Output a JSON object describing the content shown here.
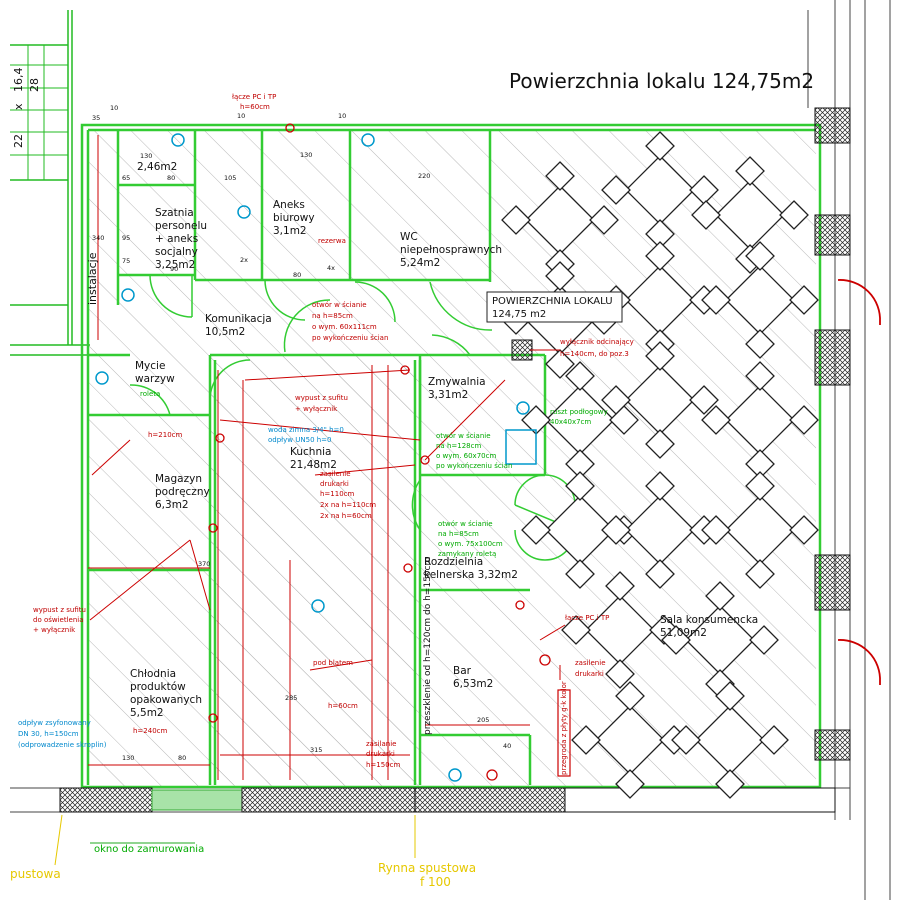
{
  "title": "Powierzchnia lokalu 124,75m2",
  "side_marks": [
    "22",
    "x",
    "16,4",
    "28"
  ],
  "box_label": {
    "line1": "POWIERZCHNIA LOKALU",
    "line2": "124,75 m2"
  },
  "rooms": {
    "small": {
      "area": "2,46m2"
    },
    "szatnia": {
      "l1": "Szatnia",
      "l2": "personelu",
      "l3": "+ aneks",
      "l4": "socjalny",
      "area": "3,25m2"
    },
    "aneks": {
      "l1": "Aneks",
      "l2": "biurowy",
      "area": "3,1m2"
    },
    "wc": {
      "l1": "WC",
      "l2": "niepełnosprawnych",
      "area": "5,24m2"
    },
    "komunikacja": {
      "l1": "Komunikacja",
      "area": "10,5m2"
    },
    "mycie": {
      "l1": "Mycie",
      "l2": "warzyw",
      "note": "roleta"
    },
    "zmywalnia": {
      "l1": "Zmywalnia",
      "area": "3,31m2"
    },
    "kuchnia": {
      "l1": "Kuchnia",
      "area": "21,48m2"
    },
    "magazyn": {
      "l1": "Magazyn",
      "l2": "podręczny",
      "area": "6,3m2"
    },
    "rozdzielnia": {
      "l1": "Rozdzielnia",
      "l2": "kelnerska 3,32m2"
    },
    "bar": {
      "l1": "Bar",
      "area": "6,53m2"
    },
    "chlodnia": {
      "l1": "Chłodnia",
      "l2": "produktów",
      "l3": "opakowanych",
      "area": "5,5m2"
    },
    "sala": {
      "l1": "Sala konsumencka",
      "area": "51,09m2"
    }
  },
  "vertical_labels": {
    "instalacje": "instalacje",
    "przeszklenie": "przeszklenie od h=120cm do h=150cm"
  },
  "notes": {
    "lacze_top": "łącze PC i TP",
    "h60_top": "h=60cm",
    "rezerwa": "rezerwa",
    "otwor1_l1": "otwór w ścianie",
    "otwor1_l2": "na h=85cm",
    "otwor1_l3": "o wym. 60x111cm",
    "otwor1_l4": "po wykończeniu ścian",
    "wylacznik1": "wyłącznik odcinający",
    "wylacznik2": "h=140cm, do poz.3",
    "wypust1_l1": "wypust z sufitu",
    "wypust1_l2": "+ wyłącznik",
    "woda1": "woda zimna 3/4\" h=0",
    "woda2": "odpływ UN50 h=0",
    "zasilenie_l1": "zasilenie",
    "zasilenie_l2": "drukarki",
    "zasilenie_l3": "h=110cm",
    "zasilenie_l4": "2x na h=110cm",
    "zasilenie_l5": "2x na h=60cm",
    "otwor2_l1": "otwór w ścianie",
    "otwor2_l2": "na h=128cm",
    "otwor2_l3": "o wym. 60x70cm",
    "otwor2_l4": "po wykończeniu ścian",
    "ruszt_l1": "ruszt podłogowy",
    "ruszt_l2": "40x40x7cm",
    "otwor3_l1": "otwór w ścianie",
    "otwor3_l2": "na h=85cm",
    "otwor3_l3": "o wym. 75x100cm",
    "otwor3_l4": "zamykany roletą",
    "h210": "h=210cm",
    "wypust2_l1": "wypust z sufitu",
    "wypust2_l2": "do oświetlenia",
    "wypust2_l3": "+ wyłącznik",
    "lacze_bar": "łącze PC i TP",
    "zasilenie_bar_l1": "zasilenie",
    "zasilenie_bar_l2": "drukarki",
    "pod_blatem": "pod blatem",
    "h60_bar": "h=60cm",
    "h240": "h=240cm",
    "zasilanie_dol_l1": "zasilanie",
    "zasilanie_dol_l2": "drukarki",
    "zasilanie_dol_l3": "h=150cm",
    "odplyw_l1": "odpływ zsyfonowany",
    "odplyw_l2": "DN 30, h=150cm",
    "odplyw_l3": "(odprowadzenie skroplin)",
    "okno": "okno do zamurowania",
    "rynna_l1": "Rynna spustowa",
    "rynna_l2": "f 100",
    "rynna_left": "pustowa",
    "bar_vertical": "przegroda z płyty g-k kolor"
  },
  "dimensions": {
    "d130a": "130",
    "d80a": "80",
    "d105": "105",
    "d130b": "130",
    "d220": "220",
    "d90": "90",
    "d80b": "80",
    "d35": "35",
    "d10a": "10",
    "d10b": "10",
    "d10c": "10",
    "d65": "65",
    "d95": "95",
    "d75": "75",
    "d340": "340",
    "d370": "370",
    "d285": "285",
    "d315": "315",
    "d130c": "130",
    "d80c": "80",
    "d205": "205",
    "d40": "40",
    "d2x": "2x",
    "d4x": "4x"
  },
  "colors": {
    "wall": "#33cc33",
    "hatch": "#b8b8b8",
    "electric": "#cc0000",
    "water": "#0099cc",
    "text": "#111111"
  }
}
